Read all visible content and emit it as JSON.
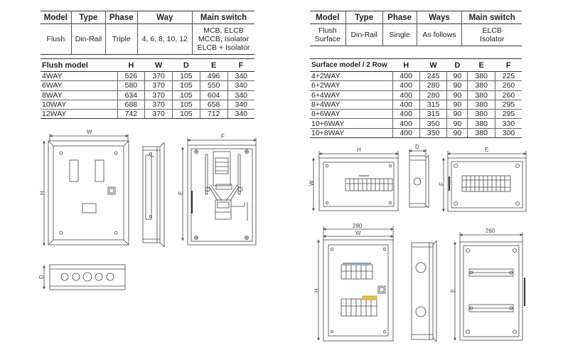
{
  "flush_spec": {
    "headers": [
      "Model",
      "Type",
      "Phase",
      "Way",
      "Main switch"
    ],
    "row": {
      "model": "Flush",
      "type": "Din-Rail",
      "phase": "Triple",
      "way": "4, 6, 8, 10, 12",
      "main_switch": [
        "MCB, ELCB",
        "MCCB, Isolator",
        "ELCB + Isolator"
      ]
    }
  },
  "flush_dims": {
    "headers": [
      "Flush model",
      "H",
      "W",
      "D",
      "E",
      "F"
    ],
    "rows": [
      [
        "4WAY",
        "526",
        "370",
        "105",
        "496",
        "340"
      ],
      [
        "6WAY",
        "580",
        "370",
        "105",
        "550",
        "340"
      ],
      [
        "8WAY",
        "634",
        "370",
        "105",
        "604",
        "340"
      ],
      [
        "10WAY",
        "688",
        "370",
        "105",
        "658",
        "340"
      ],
      [
        "12WAY",
        "742",
        "370",
        "105",
        "712",
        "340"
      ]
    ]
  },
  "surface_spec": {
    "headers": [
      "Model",
      "Type",
      "Phase",
      "Ways",
      "Main switch"
    ],
    "row": {
      "model": [
        "Flush",
        "Surface"
      ],
      "type": "Din-Rail",
      "phase": "Single",
      "ways": "As follows",
      "main_switch": [
        "ELCB",
        "Isolator"
      ]
    }
  },
  "surface_dims": {
    "headers": [
      "Surface model / 2 Row",
      "H",
      "W",
      "D",
      "E",
      "F"
    ],
    "rows": [
      [
        "4+2WAY",
        "400",
        "245",
        "90",
        "380",
        "225"
      ],
      [
        "6+2WAY",
        "400",
        "280",
        "90",
        "380",
        "260"
      ],
      [
        "6+4WAY",
        "400",
        "280",
        "90",
        "380",
        "260"
      ],
      [
        "8+4WAY",
        "400",
        "315",
        "90",
        "380",
        "295"
      ],
      [
        "8+6WAY",
        "400",
        "315",
        "90",
        "380",
        "295"
      ],
      [
        "10+6WAY",
        "400",
        "350",
        "90",
        "380",
        "330"
      ],
      [
        "10+8WAY",
        "400",
        "350",
        "90",
        "380",
        "300"
      ]
    ]
  },
  "drawing_labels": {
    "flush_front_w": "W",
    "flush_front_h": "H",
    "flush_inner_f": "F",
    "flush_inner_e": "E",
    "flush_bottom_d": "D",
    "surface_top_h": "H",
    "surface_top_w": "W",
    "surface_top_d": "D",
    "surface_top_e": "E",
    "surface_top_f": "F",
    "surface_front_dim": "280",
    "surface_front_w": "W",
    "surface_front_h": "H",
    "surface_inner_dim": "260",
    "surface_inner_e": "E"
  }
}
